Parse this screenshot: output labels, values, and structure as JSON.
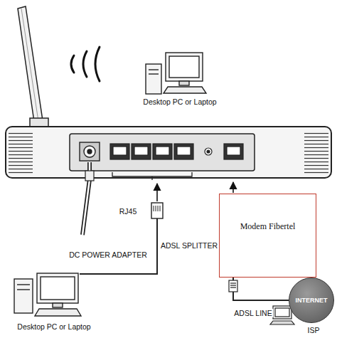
{
  "diagram": {
    "nodes": [
      {
        "text": [
          "Modem Fibertel"
        ]
      },
      {
        "text": [
          "INTERNET"
        ]
      }
    ],
    "edges": [
      {
        "from": 0,
        "to": 1,
        "arrow": "none"
      }
    ],
    "labels": [
      "Desktop PC or Laptop",
      "RJ45",
      "ADSL SPLITTER",
      "DC POWER ADAPTER",
      "Desktop PC or Laptop",
      "ADSL LINE",
      "ISP"
    ]
  }
}
